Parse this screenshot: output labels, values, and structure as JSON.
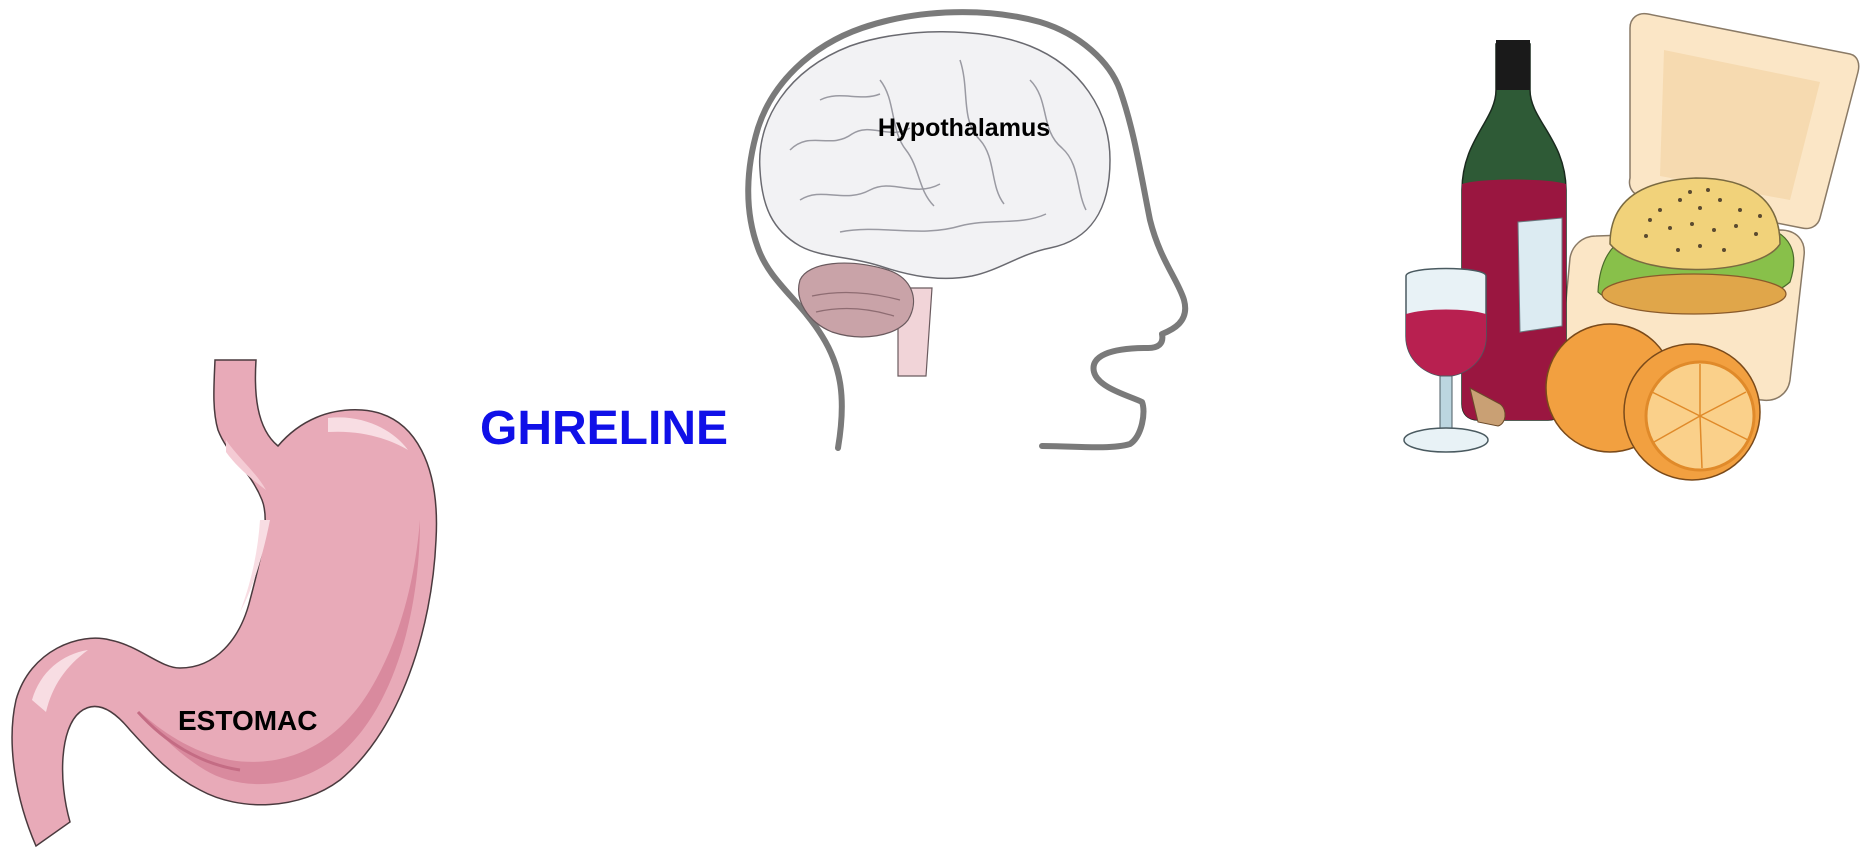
{
  "labels": {
    "stomach": "ESTOMAC",
    "hormone": "GHRELINE",
    "brain": "Hypothalamus"
  },
  "colors": {
    "hormone_text": "#1010e8",
    "stomach_fill": "#e8aab8",
    "stomach_dark": "#d98a9e",
    "brain_fill": "#f2f2f4",
    "cerebellum": "#c9a3a8",
    "head_outline": "#7a7a7a",
    "wine": "#9a1640",
    "bottle": "#2e5a36",
    "orange": "#f2a040",
    "bun": "#f1d27a",
    "lettuce": "#88c04a",
    "box": "#fbe6c6"
  },
  "icons": [
    "stomach-icon",
    "brain-icon",
    "head-outline-icon",
    "food-icon"
  ]
}
